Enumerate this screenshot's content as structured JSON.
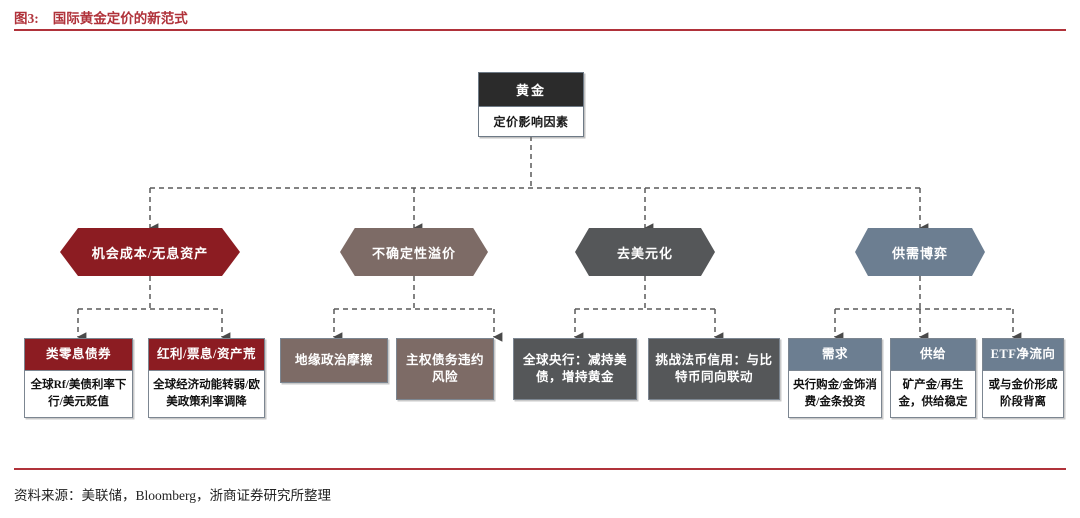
{
  "header": {
    "figure_label": "图3:",
    "title": "国际黄金定价的新范式",
    "accent_color": "#B0323A"
  },
  "footer": {
    "source": "资料来源：美联储，Bloomberg，浙商证券研究所整理"
  },
  "diagram": {
    "root": {
      "title": "黄金",
      "subtitle": "定价影响因素",
      "header_color": "#2B2B2B"
    },
    "branches": [
      {
        "id": "opportunity-cost",
        "label": "机会成本/无息资产",
        "color": "#8C1C22",
        "leaves": [
          {
            "head": "类零息债券",
            "body": "全球Rf/美债利率下行/美元贬值",
            "color": "#8C1C22",
            "has_body": true
          },
          {
            "head": "红利/票息/资产荒",
            "body": "全球经济动能转弱/欧美政策利率调降",
            "color": "#8C1C22",
            "has_body": true
          }
        ]
      },
      {
        "id": "uncertainty-premium",
        "label": "不确定性溢价",
        "color": "#7D6B66",
        "leaves": [
          {
            "head": "地缘政治摩擦",
            "body": "",
            "color": "#7D6B66",
            "has_body": false
          },
          {
            "head": "主权债务违约风险",
            "body": "",
            "color": "#7D6B66",
            "has_body": false
          }
        ]
      },
      {
        "id": "de-dollarization",
        "label": "去美元化",
        "color": "#555759",
        "leaves": [
          {
            "head": "全球央行：减持美债，增持黄金",
            "body": "",
            "color": "#555759",
            "has_body": false
          },
          {
            "head": "挑战法币信用：与比特币同向联动",
            "body": "",
            "color": "#555759",
            "has_body": false
          }
        ]
      },
      {
        "id": "supply-demand",
        "label": "供需博弈",
        "color": "#6C7E91",
        "leaves": [
          {
            "head": "需求",
            "body": "央行购金/金饰消费/金条投资",
            "color": "#6C7E91",
            "has_body": true
          },
          {
            "head": "供给",
            "body": "矿产金/再生金，供给稳定",
            "color": "#6C7E91",
            "has_body": true
          },
          {
            "head": "ETF净流向",
            "body": "或与金价形成阶段背离",
            "color": "#6C7E91",
            "has_body": true
          }
        ]
      }
    ]
  }
}
